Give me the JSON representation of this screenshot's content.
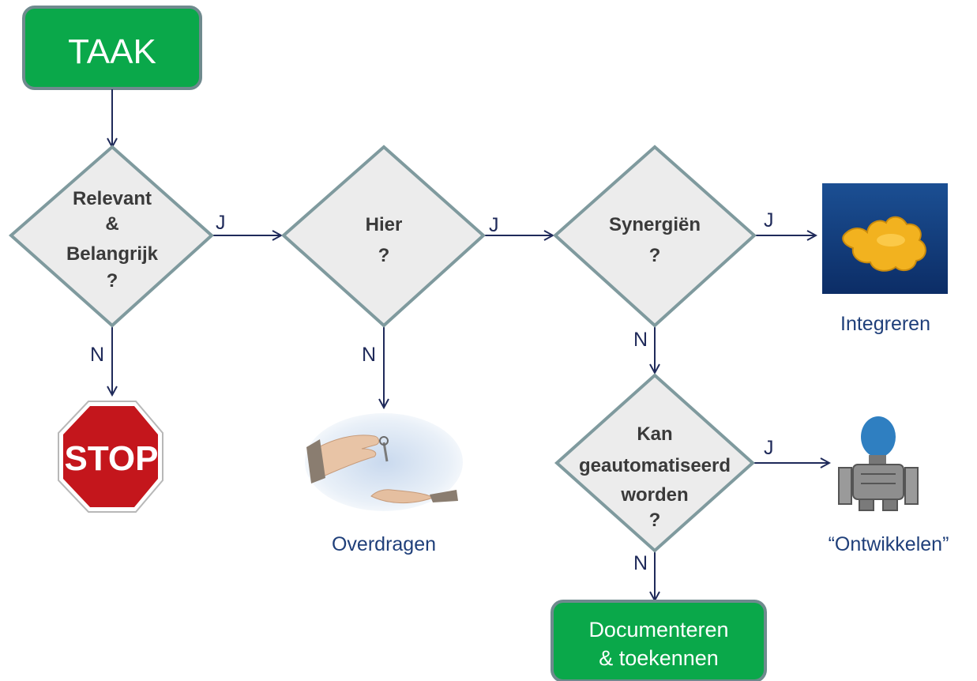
{
  "start": {
    "label": "TAAK"
  },
  "decisions": {
    "relevant": {
      "lines": [
        "Relevant",
        "&",
        "Belangrijk",
        "?"
      ]
    },
    "hier": {
      "lines": [
        "Hier",
        "?"
      ]
    },
    "synergien": {
      "lines": [
        "Synergiën",
        "?"
      ]
    },
    "automatisering": {
      "lines": [
        "Kan",
        "geautomatiseerd",
        "worden",
        "?"
      ]
    }
  },
  "edges": {
    "yes": "J",
    "no": "N"
  },
  "outcomes": {
    "stop": {
      "sign_text": "STOP"
    },
    "overdragen": {
      "caption": "Overdragen"
    },
    "integreren": {
      "caption": "Integreren"
    },
    "ontwikkelen": {
      "caption": "“Ontwikkelen”"
    },
    "documenteren": {
      "line1": "Documenteren",
      "line2": "& toekennen"
    }
  },
  "colors": {
    "green_box": "#0aa84a",
    "box_border": "#6f8a8e",
    "diamond_fill": "#ececec",
    "diamond_border": "#7f9a9e",
    "arrow": "#1f2a5a",
    "stop_red": "#c4161c"
  }
}
